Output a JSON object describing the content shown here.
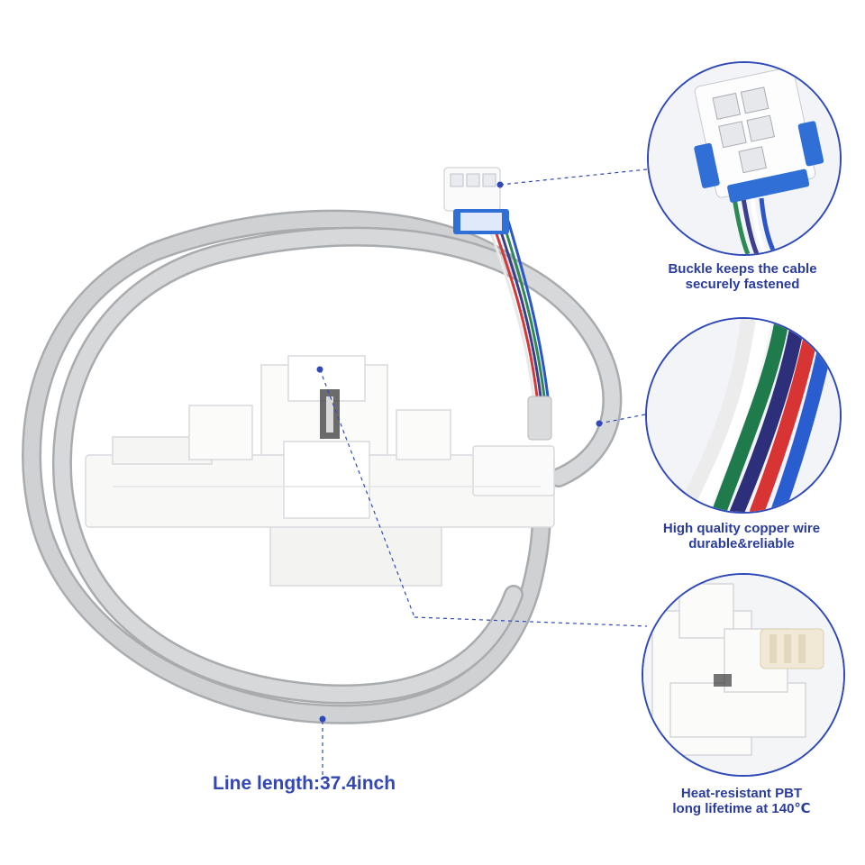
{
  "callouts": [
    {
      "line1": "Buckle keeps the cable",
      "line2": "securely fastened"
    },
    {
      "line1": "High quality copper wire",
      "line2": "durable&reliable"
    },
    {
      "line1": "Heat-resistant PBT",
      "line2": "long lifetime at 140℃"
    }
  ],
  "line_length": "Line length:37.4inch",
  "colors": {
    "accent": "#2f4ab8",
    "cable": "#c9cbcd",
    "plastic": "#f7f7f5"
  }
}
